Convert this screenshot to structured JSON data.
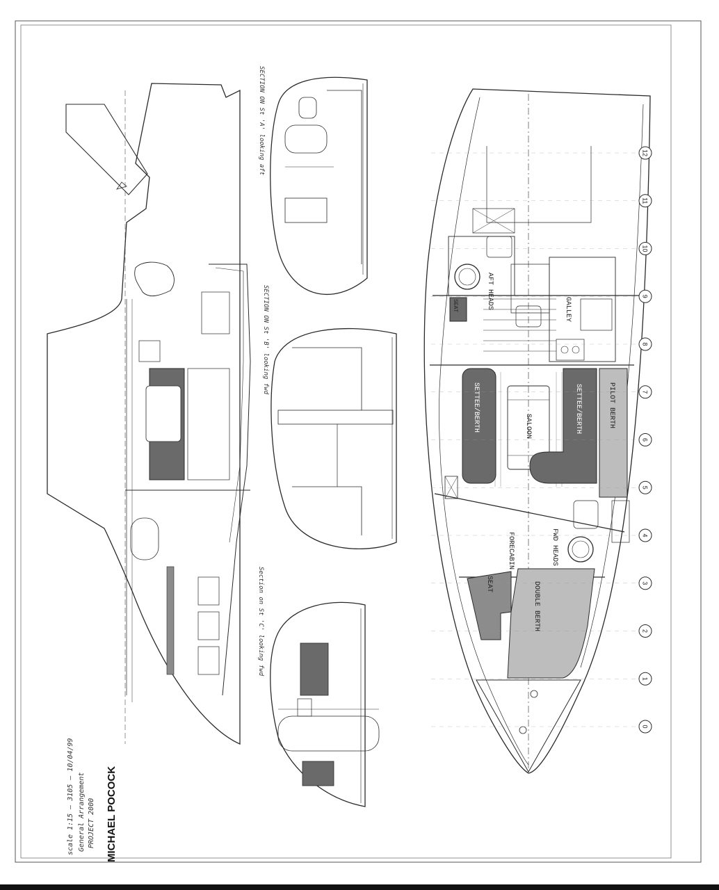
{
  "drawing": {
    "designer": "MICHAEL POCOCK",
    "project": "PROJECT 2000",
    "sheet_title": "General Arrangement",
    "scale_line": "scale 1:15 — 3105 — 10/04/99",
    "scale_value": "1:15",
    "drawing_number": "3105",
    "date": "10/04/99"
  },
  "section_titles": {
    "a": "SECTION ON St 'A' looking aft",
    "b": "SECTION ON St 'B' looking fwd",
    "c": "Section on St 'C' looking fwd"
  },
  "room_labels": {
    "aft_heads": "AFT HEADS",
    "galley": "GALLEY",
    "saloon": "SALOON",
    "settee_berth_port": "SETTEE/BERTH",
    "settee_berth_stbd": "SETTEE/BERTH",
    "pilot_berth": "PILOT BERTH",
    "fwd_heads": "FWD HEADS",
    "forecabin": "FORECABIN",
    "seat": "SEAT",
    "double_berth": "DOUBLE BERTH"
  },
  "stations": [
    "0",
    "1",
    "2",
    "3",
    "4",
    "5",
    "6",
    "7",
    "8",
    "9",
    "10",
    "11",
    "12"
  ],
  "colors": {
    "ink": "#2a2a2a",
    "dark_fill": "#6a6a6a",
    "mid_fill": "#8c8c8c",
    "light_fill": "#bdbdbd"
  }
}
